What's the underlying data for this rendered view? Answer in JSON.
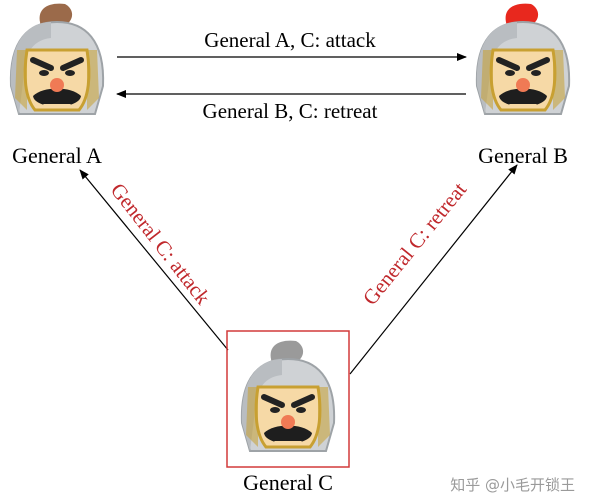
{
  "generals": {
    "a": {
      "name": "General A",
      "plume_color": "#9b6a4a"
    },
    "b": {
      "name": "General B",
      "plume_color": "#e8281e"
    },
    "c": {
      "name": "General C",
      "plume_color": "#9a9a9a"
    }
  },
  "messages": {
    "a_to_b": "General A, C: attack",
    "b_to_a": "General B, C: retreat",
    "c_to_a": "General C: attack",
    "c_to_b": "General C: retreat"
  },
  "highlight_color": "#d23a3a",
  "message_color_c": "#c0282c",
  "watermark": "知乎 @小毛开锁王"
}
